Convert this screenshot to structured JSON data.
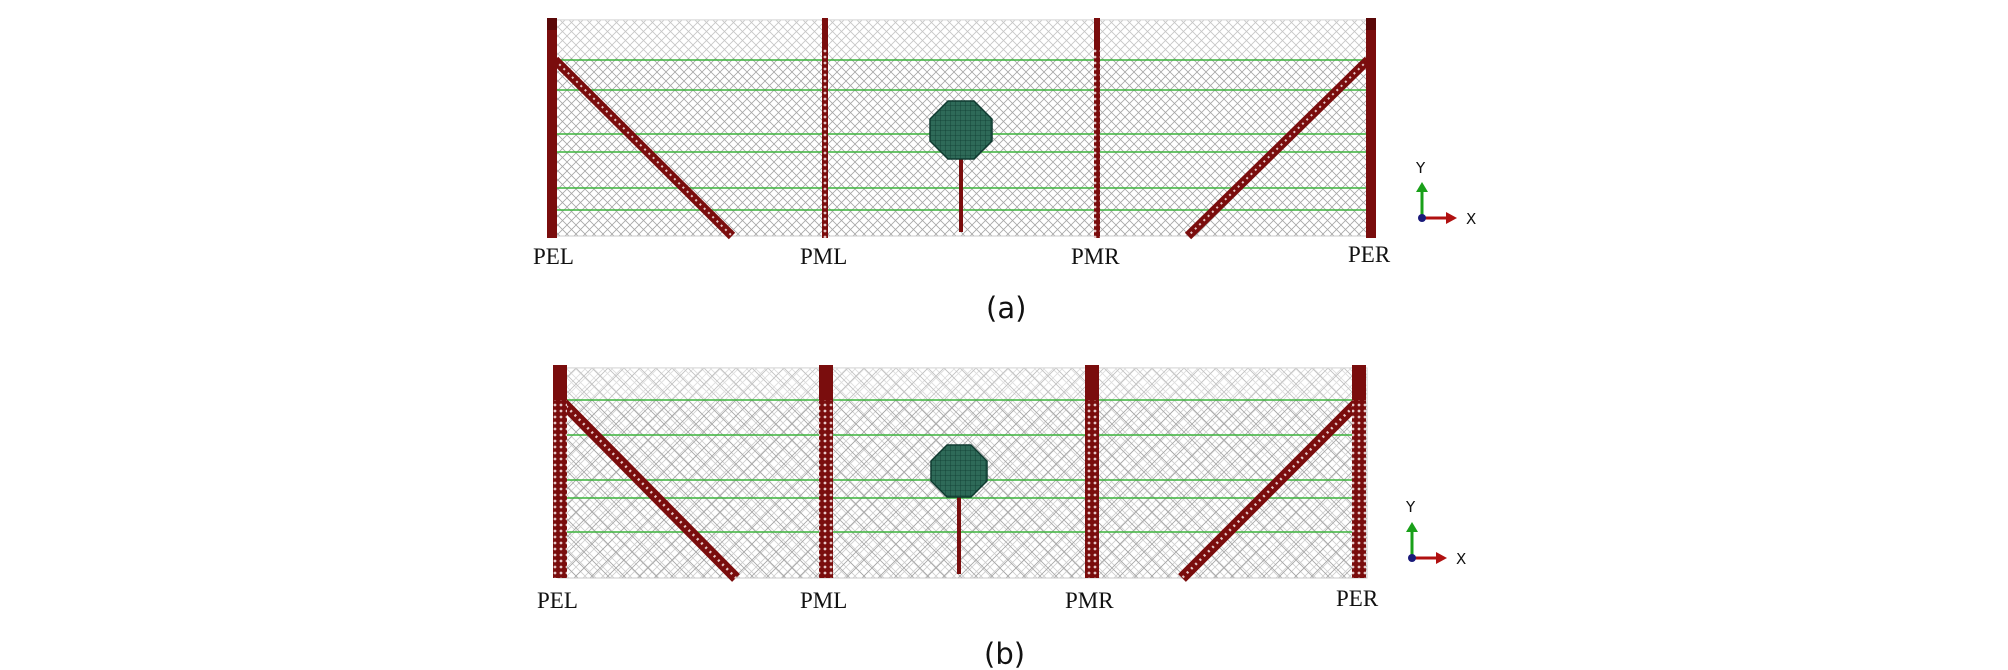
{
  "colors": {
    "post": "#7a0d0d",
    "post_dark": "#5a0808",
    "mesh": "#9a9a9a",
    "wire": "#3cb43c",
    "sign": "#2e6a58",
    "sign_grid": "#0f3a30",
    "axis_y": "#1aa01a",
    "axis_x": "#b01010",
    "axis_origin": "#1a1a7a"
  },
  "panels": [
    {
      "caption": "(a)",
      "post_labels": [
        "PEL",
        "PML",
        "PMR",
        "PER"
      ],
      "axis": {
        "y": "Y",
        "x": "X"
      },
      "icons": [
        "sign-icon",
        "axis-triad-icon"
      ]
    },
    {
      "caption": "(b)",
      "post_labels": [
        "PEL",
        "PML",
        "PMR",
        "PER"
      ],
      "axis": {
        "y": "Y",
        "x": "X"
      },
      "icons": [
        "sign-icon",
        "axis-triad-icon"
      ]
    }
  ]
}
